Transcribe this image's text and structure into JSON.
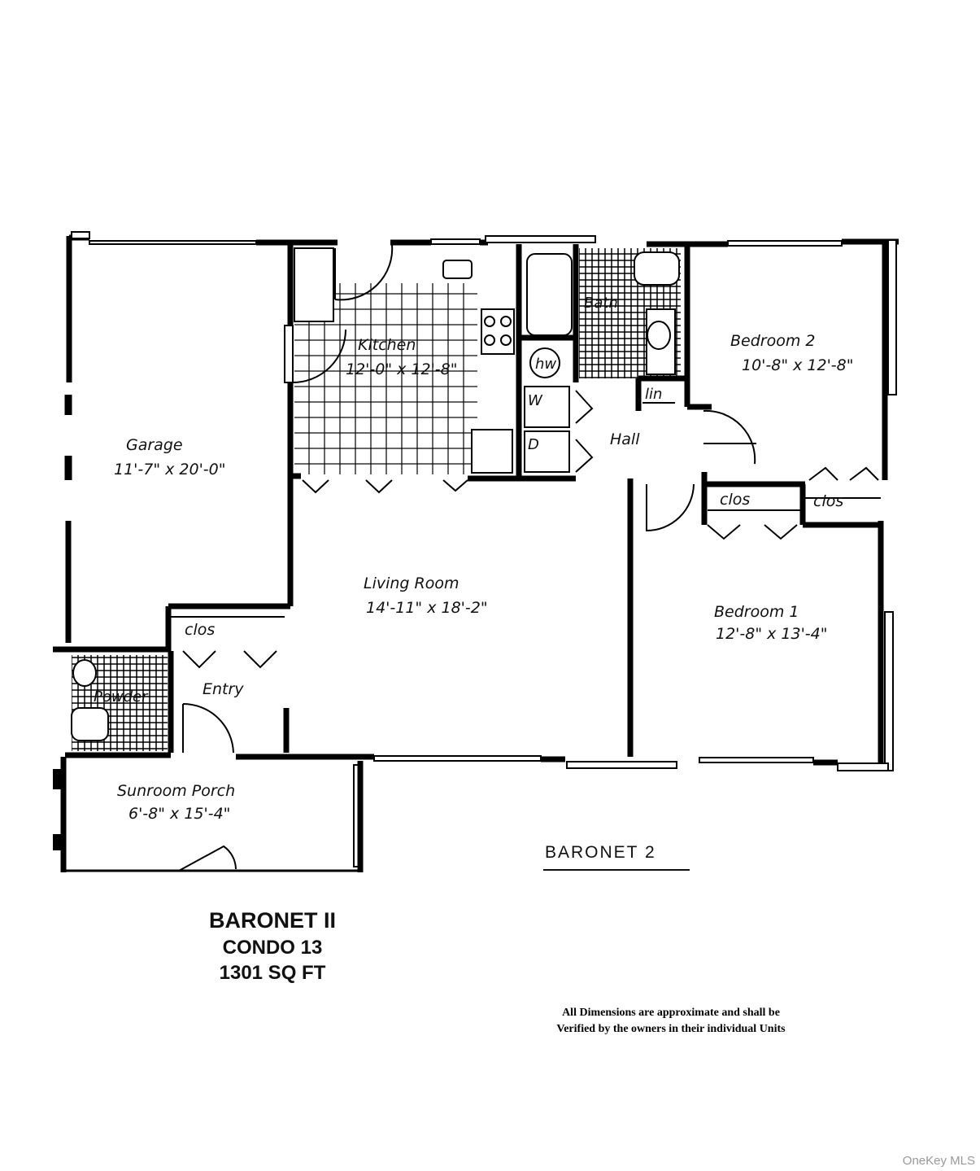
{
  "rooms": {
    "garage": {
      "name": "Garage",
      "dims": "11'-7\" x 20'-0\""
    },
    "kitchen": {
      "name": "Kitchen",
      "dims": "12'-0\" x 12'-8\""
    },
    "bath": {
      "name": "Bath"
    },
    "bedroom2": {
      "name": "Bedroom 2",
      "dims": "10'-8\" x 12'-8\""
    },
    "living": {
      "name": "Living Room",
      "dims": "14'-11\" x 18'-2\""
    },
    "bedroom1": {
      "name": "Bedroom 1",
      "dims": "12'-8\" x 13'-4\""
    },
    "entry": {
      "name": "Entry"
    },
    "powder": {
      "name": "Powder"
    },
    "sunroom": {
      "name": "Sunroom Porch",
      "dims": "6'-8\" x 15'-4\""
    },
    "hall": {
      "name": "Hall"
    }
  },
  "labels": {
    "clos": "clos",
    "lin": "lin",
    "hw": "hw",
    "washer": "W",
    "dryer": "D"
  },
  "plan_label": "BARONET 2",
  "title": {
    "model": "BARONET II",
    "condo": "CONDO 13",
    "area": "1301 SQ FT"
  },
  "note": {
    "line1": "All Dimensions are approximate and shall be",
    "line2": "Verified by the owners in their individual Units"
  },
  "watermark": "OneKey MLS"
}
